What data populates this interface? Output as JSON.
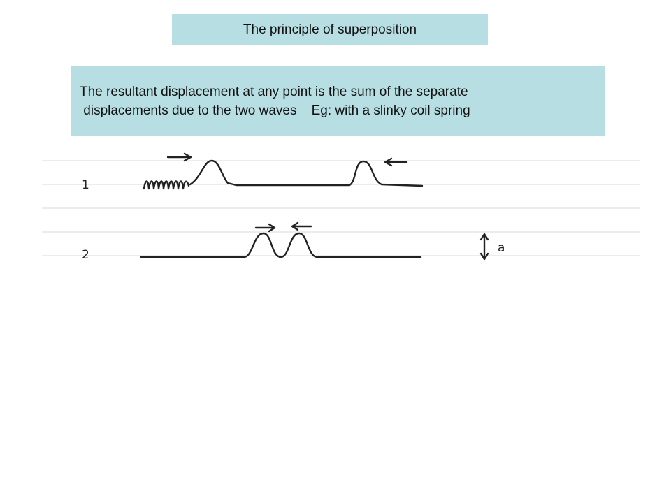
{
  "slide": {
    "title": "The principle of superposition",
    "description_lines": [
      "The resultant displacement at any point is the sum of the separate",
      " displacements due to the two waves    Eg: with a slinky coil spring"
    ]
  },
  "sketch": {
    "rows": [
      {
        "label": "1"
      },
      {
        "label": "2"
      }
    ],
    "amplitude_label": "a"
  }
}
